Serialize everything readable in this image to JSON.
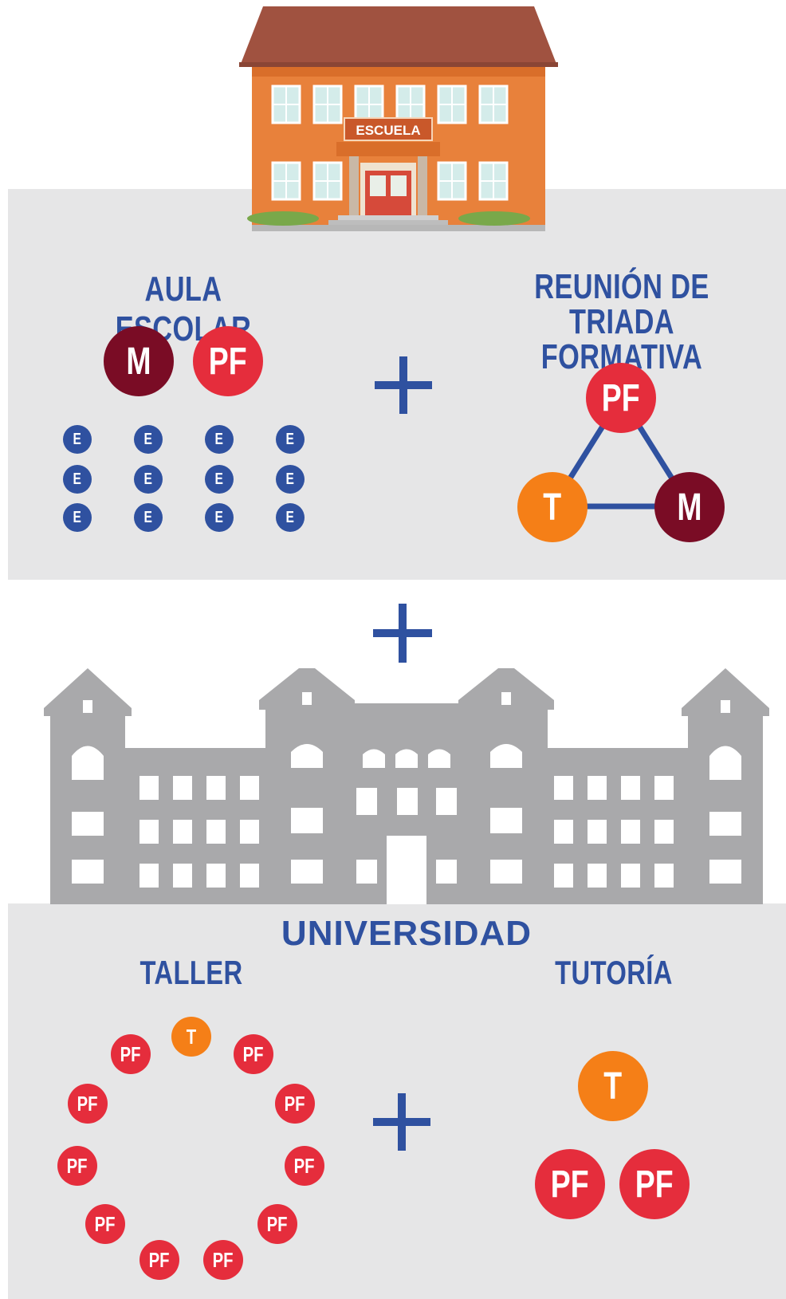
{
  "school": {
    "sign": "ESCUELA",
    "aula": {
      "title": "AULA ESCOLAR",
      "roles": [
        "M",
        "PF"
      ],
      "student_label": "E",
      "student_rows": 3,
      "student_cols": 4
    },
    "triada": {
      "title_line1": "REUNIÓN DE TRIADA",
      "title_line2": "FORMATIVA",
      "nodes": [
        "PF",
        "T",
        "M"
      ]
    }
  },
  "university": {
    "title": "UNIVERSIDAD",
    "taller": {
      "title": "TALLER",
      "tutor": "T",
      "participant": "PF",
      "participant_count": 11
    },
    "tutoria": {
      "title": "TUTORÍA",
      "nodes": [
        "T",
        "PF",
        "PF"
      ]
    }
  },
  "colors": {
    "blue": "#2f51a0",
    "maroon": "#7a0c25",
    "red": "#e52d3c",
    "orange": "#f57f17",
    "panel_gray": "#e6e6e7",
    "building_gray": "#a9a9ab"
  },
  "icons": [
    "school-building-icon",
    "university-building-icon",
    "plus-icon"
  ]
}
